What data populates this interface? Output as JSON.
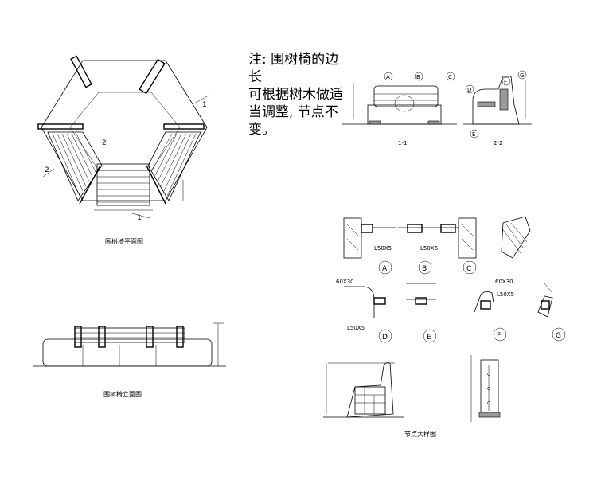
{
  "note": {
    "text": "注: 围树椅的边长\n可根据树木做适\n当调整, 节点不\n变。"
  },
  "titles": {
    "plan": "围树椅平面图",
    "elevation": "围树椅立面图",
    "section_1": "1-1",
    "section_2": "2-2",
    "detail_sheet": "节点大样图"
  },
  "callouts": {
    "a": "A",
    "b": "B",
    "c": "C",
    "d": "D",
    "e": "E",
    "f": "F",
    "g": "G"
  },
  "plan_marks": {
    "cut_1": "1",
    "cut_2": "2"
  },
  "dims": {
    "angle_steel_1": "L50X5",
    "angle_steel_2": "L50X6",
    "angle_steel_3": "L50X5",
    "angle_steel_4": "L50X5",
    "timber_1": "60X30",
    "timber_2": "60X30"
  }
}
